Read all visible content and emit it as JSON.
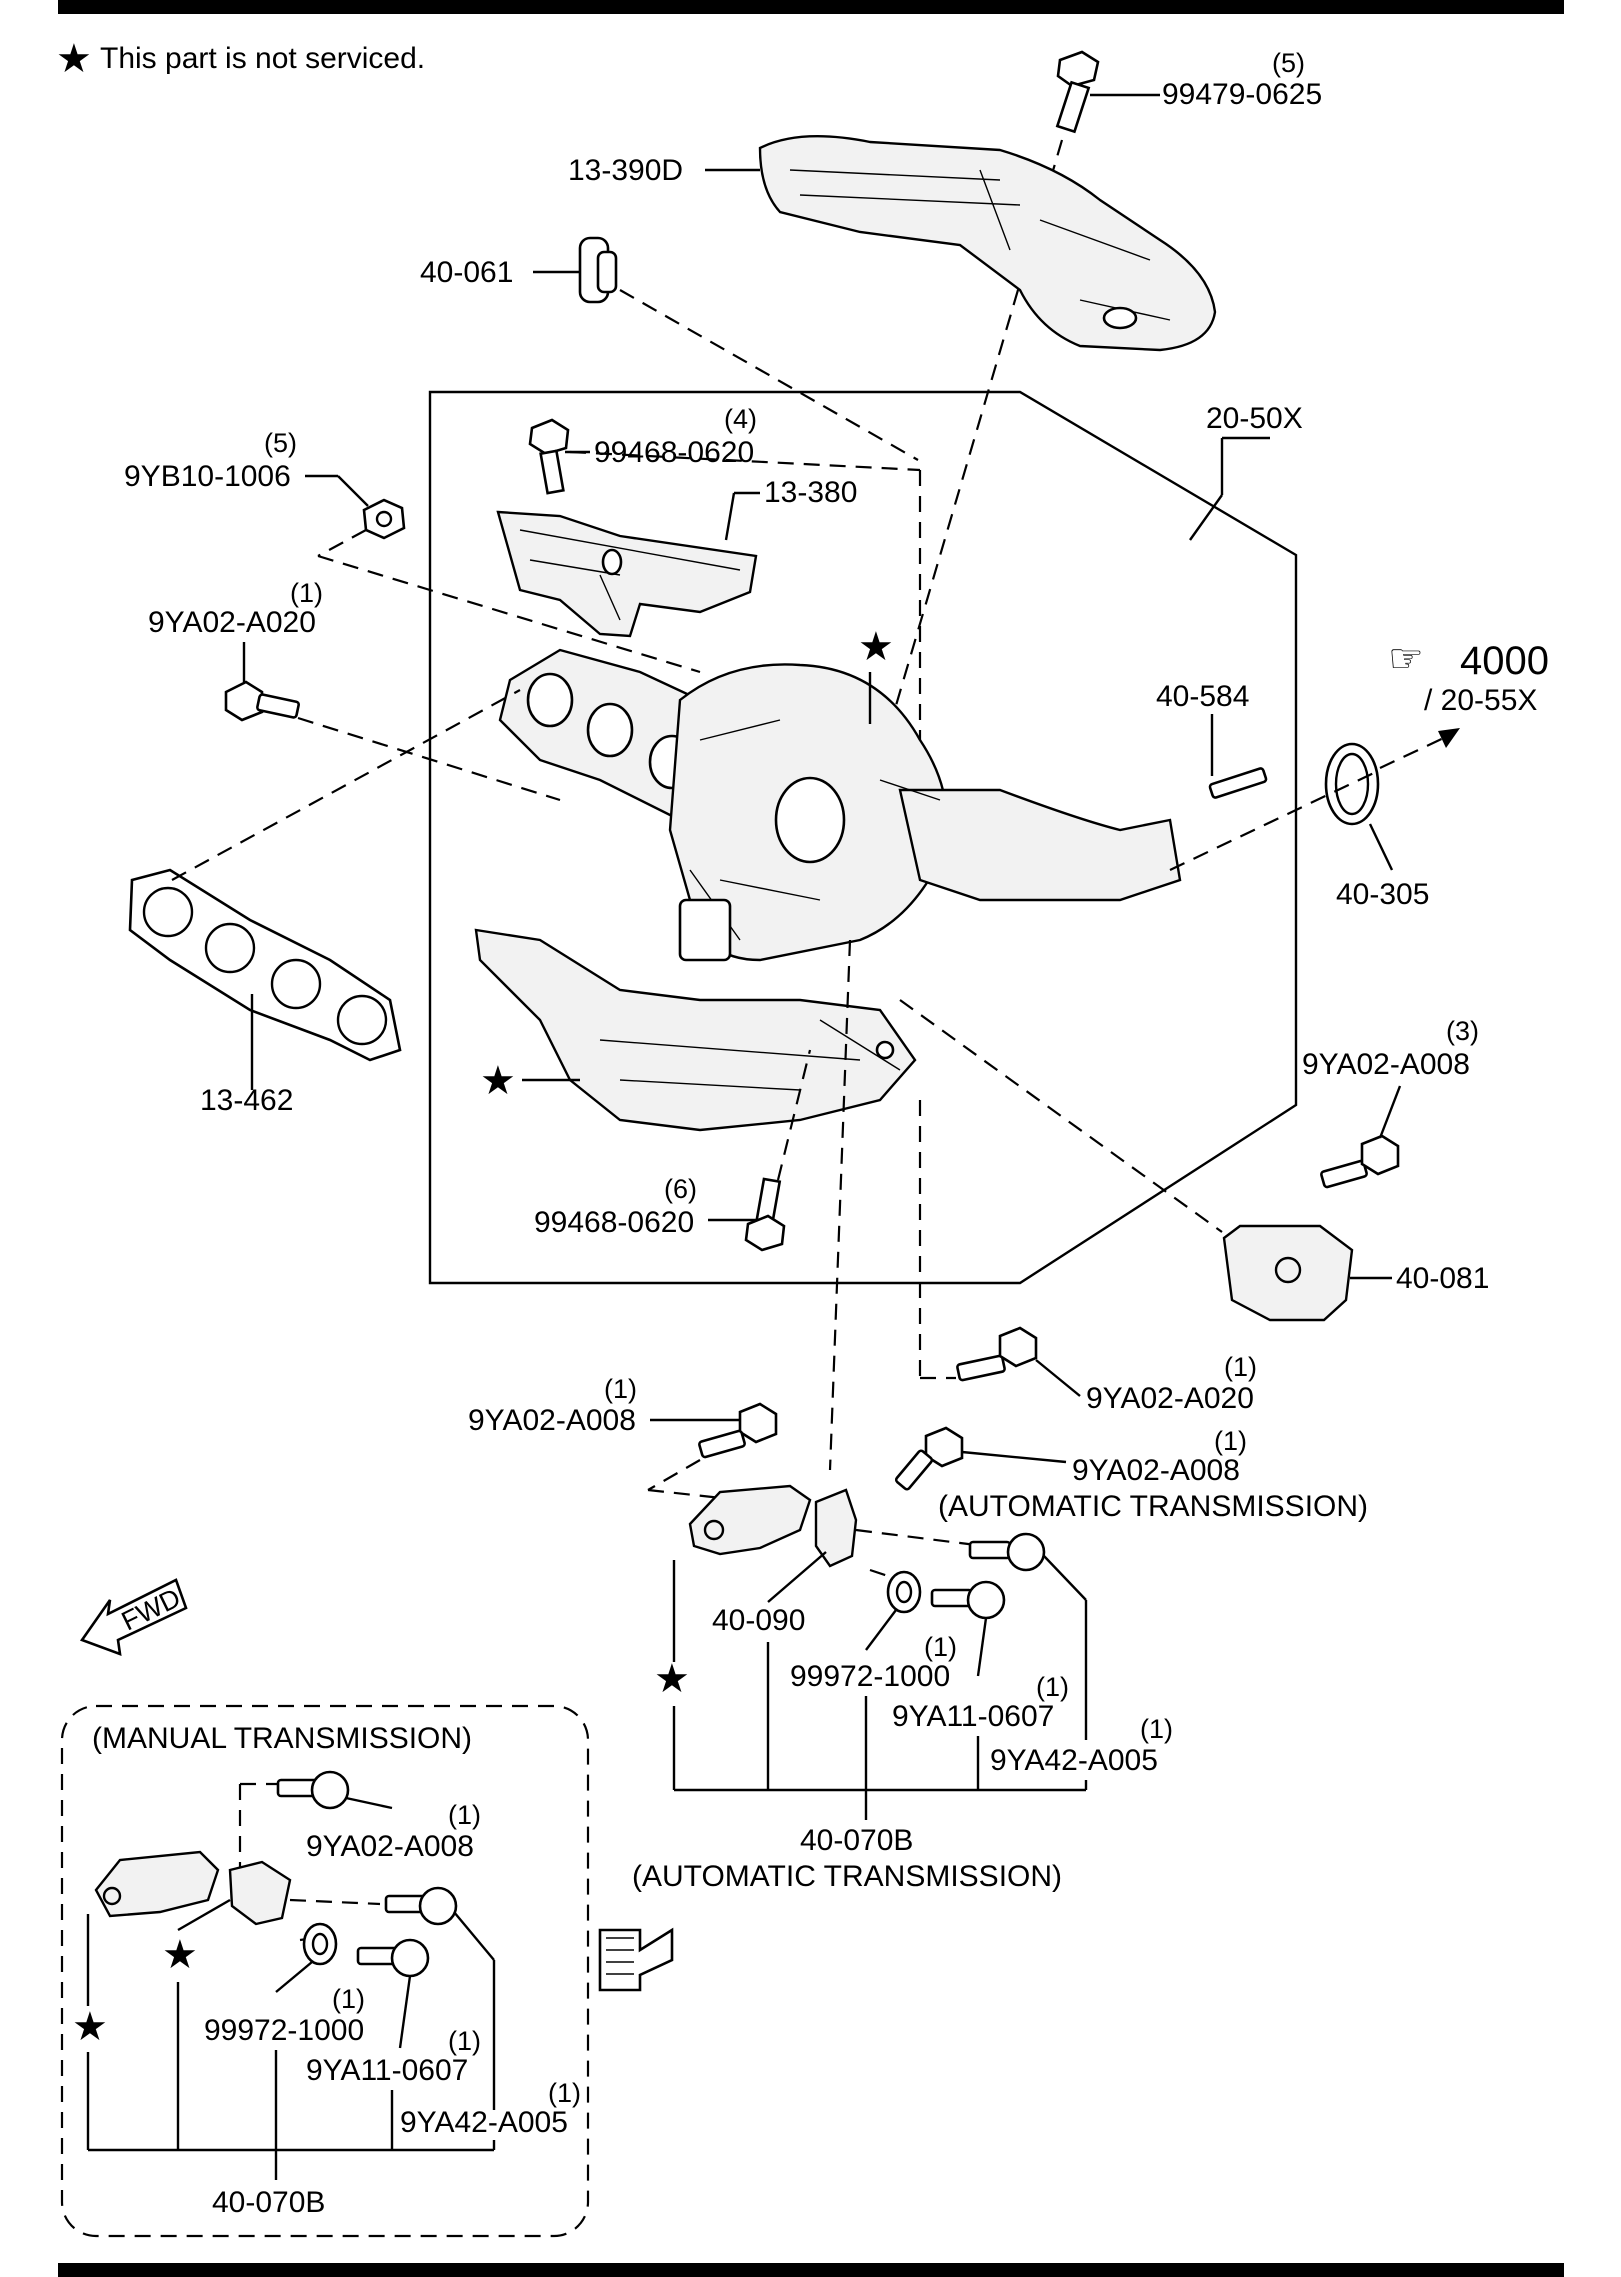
{
  "note": {
    "star": "★",
    "text": "This part is not serviced."
  },
  "labels": {
    "p99479_0625": "99479-0625",
    "q99479_0625": "(5)",
    "p13_390D": "13-390D",
    "p40_061": "40-061",
    "p20_50X": "20-50X",
    "p99468_0620_top": "99468-0620",
    "q99468_0620_top": "(4)",
    "p13_380": "13-380",
    "p9YB10_1006": "9YB10-1006",
    "q9YB10_1006": "(5)",
    "p9YA02_A020_left": "9YA02-A020",
    "q9YA02_A020_left": "(1)",
    "ref4000": "4000",
    "ref20_55X": "/ 20-55X",
    "p40_584": "40-584",
    "p40_305": "40-305",
    "p13_462": "13-462",
    "p9YA02_A008_right": "9YA02-A008",
    "q9YA02_A008_right": "(3)",
    "p40_081": "40-081",
    "p99468_0620_bot": "99468-0620",
    "q99468_0620_bot": "(6)",
    "p9YA02_A020_mid": "9YA02-A020",
    "q9YA02_A020_mid": "(1)",
    "p9YA02_A008_midleft": "9YA02-A008",
    "q9YA02_A008_midleft": "(1)",
    "p9YA02_A008_auto": "9YA02-A008",
    "q9YA02_A008_auto": "(1)",
    "auto1": "(AUTOMATIC TRANSMISSION)",
    "p40_090": "40-090",
    "p99972_1000_auto": "99972-1000",
    "q99972_1000_auto": "(1)",
    "p9YA11_0607_auto": "9YA11-0607",
    "q9YA11_0607_auto": "(1)",
    "p9YA42_A005_auto": "9YA42-A005",
    "q9YA42_A005_auto": "(1)",
    "p40_070B_auto": "40-070B",
    "auto2": "(AUTOMATIC TRANSMISSION)",
    "fwd": "FWD",
    "manual": "(MANUAL TRANSMISSION)",
    "p9YA02_A008_man": "9YA02-A008",
    "q9YA02_A008_man": "(1)",
    "p99972_1000_man": "99972-1000",
    "q99972_1000_man": "(1)",
    "p9YA11_0607_man": "9YA11-0607",
    "q9YA11_0607_man": "(1)",
    "p9YA42_A005_man": "9YA42-A005",
    "q9YA42_A005_man": "(1)",
    "p40_070B_man": "40-070B",
    "star": "★"
  }
}
